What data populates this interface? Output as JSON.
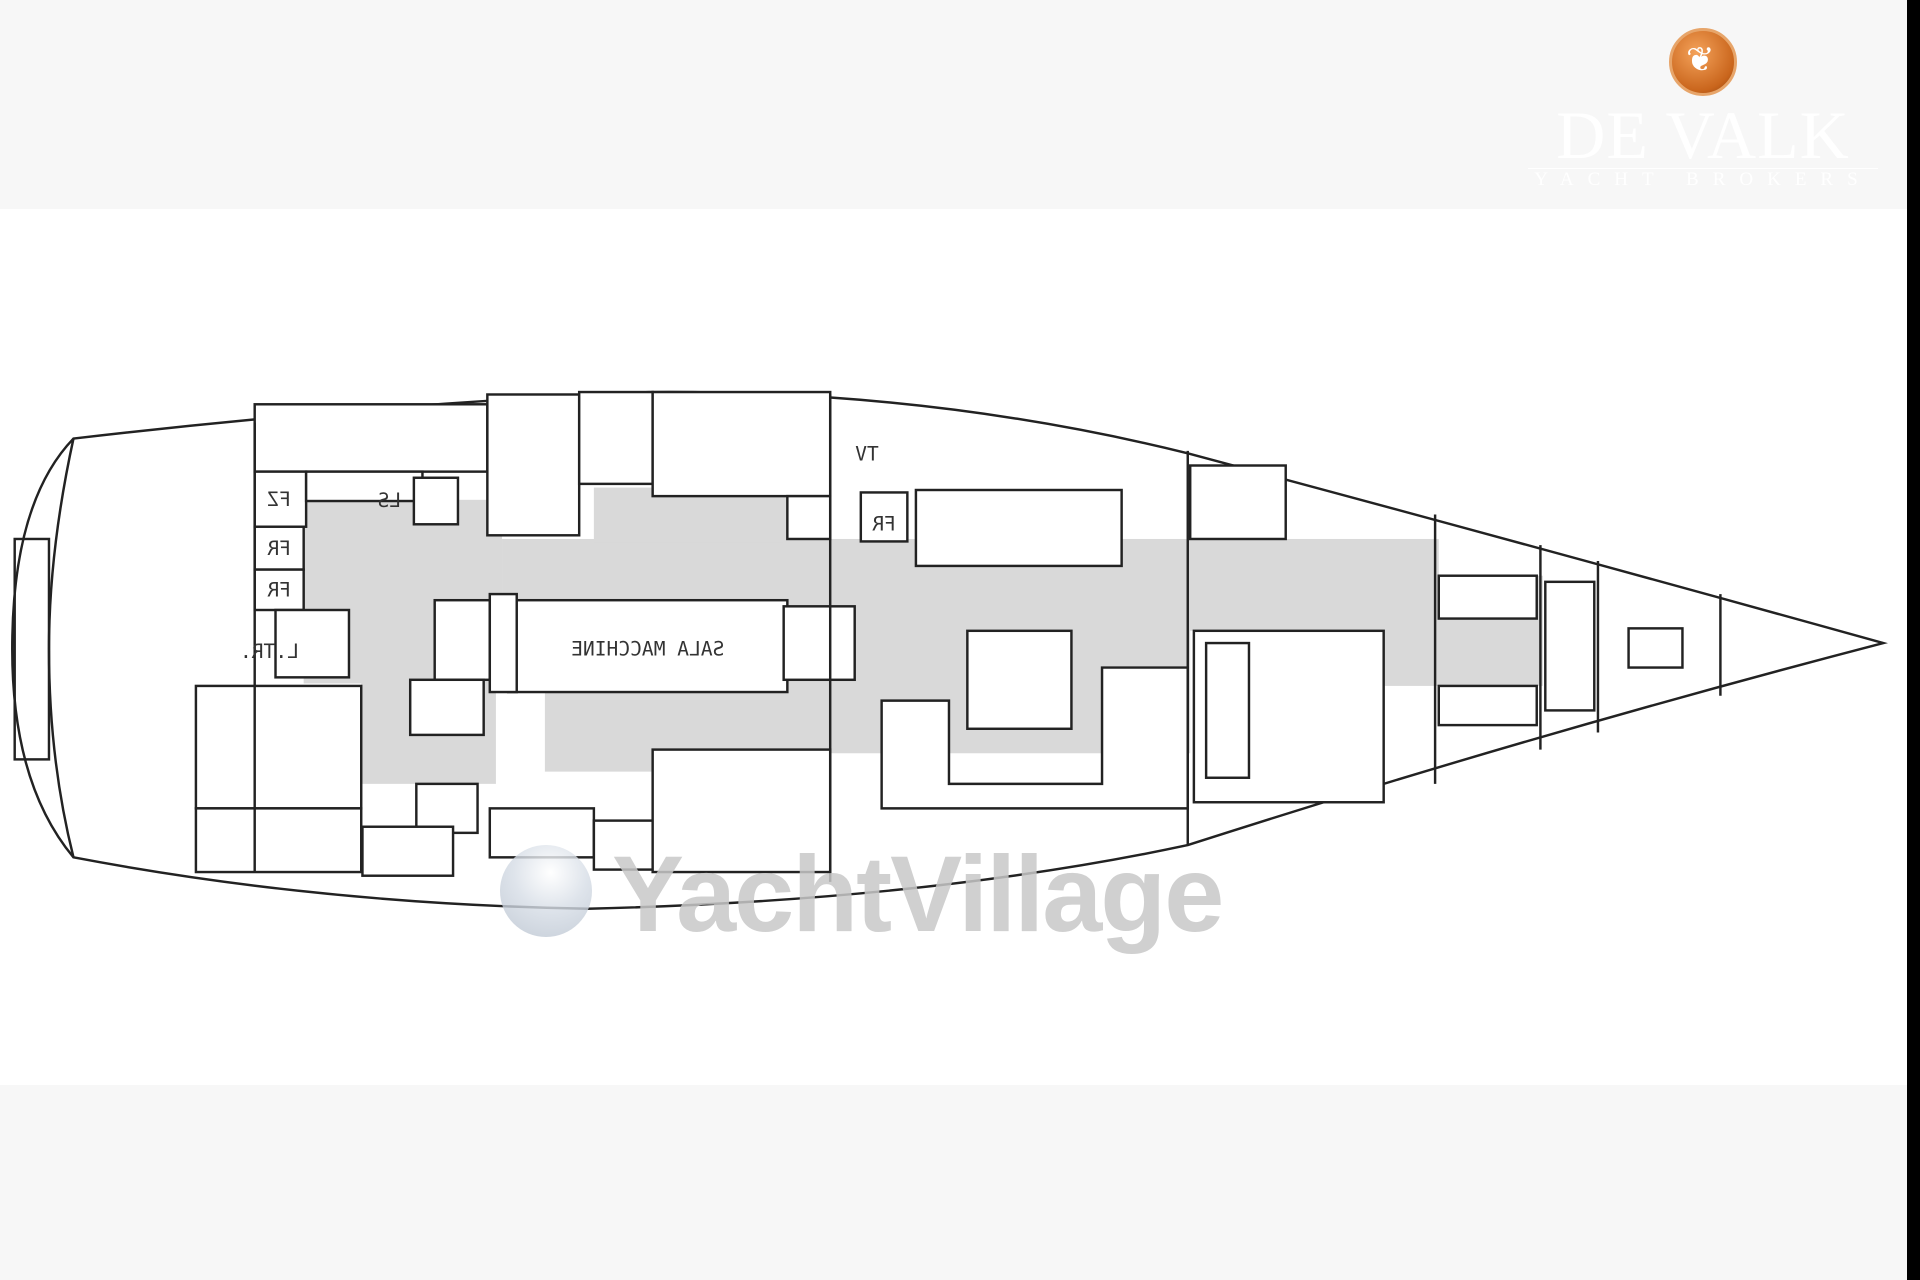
{
  "logo": {
    "brand": "DE VALK",
    "tagline": "YACHT BROKERS",
    "accent_color": "#d9772a"
  },
  "plan": {
    "labels": {
      "engine_room": "SALA MACCHINE",
      "tv": "TV",
      "fridge_1": "FR",
      "fridge_2": "FR",
      "fridge_3": "FR",
      "ls": "LS",
      "fz": "FZ",
      "ltr": "L.TR."
    },
    "floor_color": "#d9d9d9",
    "line_color": "#222222"
  },
  "watermark": {
    "text": "YachtVillage"
  }
}
